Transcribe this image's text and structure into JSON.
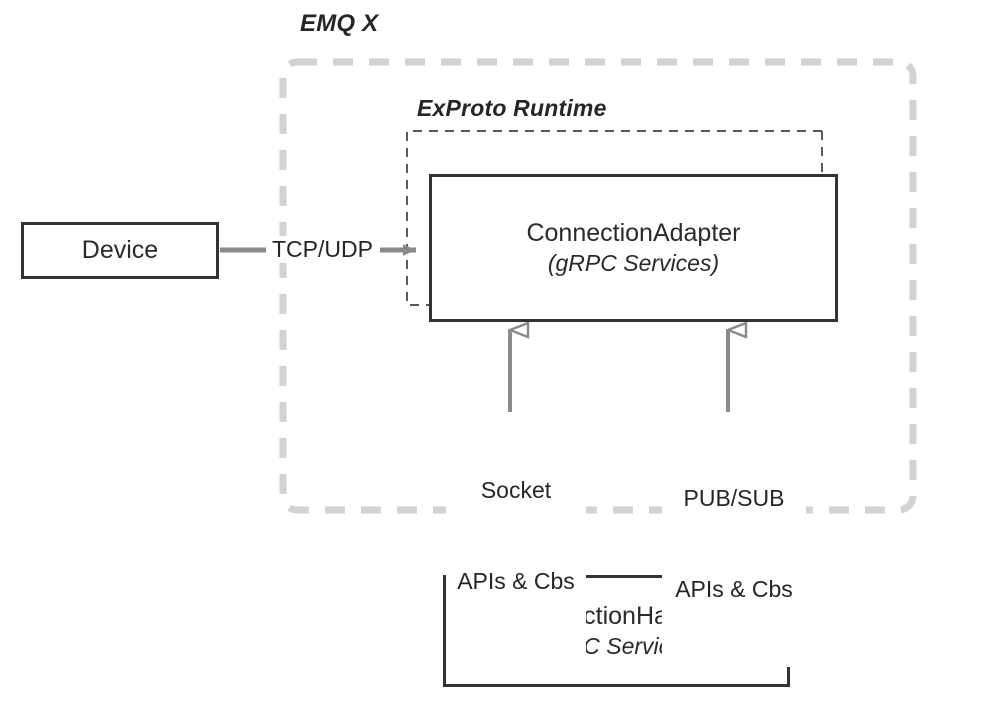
{
  "diagram": {
    "type": "architecture-block-diagram",
    "background_color": "#ffffff",
    "groups": [
      {
        "id": "emqx",
        "label": "EMQ X",
        "border_style": "dashed",
        "border_color": "#d0d0d0",
        "rounded": true
      },
      {
        "id": "exproto",
        "label": "ExProto Runtime",
        "border_style": "dashed",
        "border_color": "#555555",
        "rounded": false
      }
    ],
    "nodes": [
      {
        "id": "device",
        "title": "Device",
        "subtitle": "",
        "border_color": "#333333",
        "fill": "#ffffff"
      },
      {
        "id": "connection-adapter",
        "title": "ConnectionAdapter",
        "subtitle": "(gRPC Services)",
        "border_color": "#333333",
        "fill": "#ffffff"
      },
      {
        "id": "connection-handler",
        "title": "ConnectionHandler",
        "subtitle": "(gRPC Services)",
        "border_color": "#333333",
        "fill": "#ffffff"
      }
    ],
    "edges": [
      {
        "id": "device-to-adapter",
        "from": "device",
        "to": "connection-adapter",
        "label": "TCP/UDP",
        "arrow": "single-filled",
        "color": "#808080"
      },
      {
        "id": "socket-apis",
        "from": "connection-adapter",
        "to": "connection-handler",
        "label_line1": "Socket",
        "label_line2": "APIs & Cbs",
        "arrow": "double-hollow",
        "color": "#808080"
      },
      {
        "id": "pubsub-apis",
        "from": "connection-adapter",
        "to": "connection-handler",
        "label_line1": "PUB/SUB",
        "label_line2": "APIs & Cbs",
        "arrow": "double-hollow",
        "color": "#808080"
      }
    ]
  }
}
